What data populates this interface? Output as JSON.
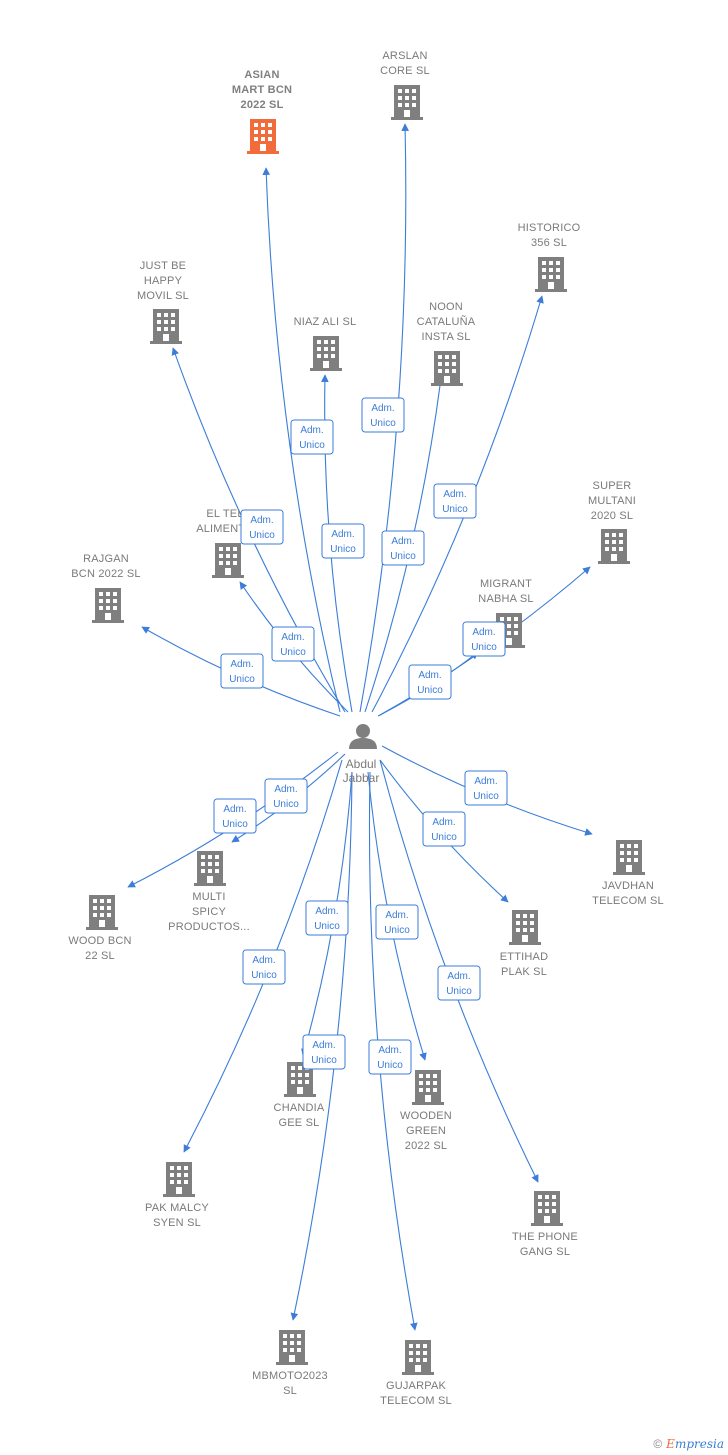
{
  "person": {
    "label_lines": [
      "Abdul",
      "Jabbar"
    ]
  },
  "edge_label": [
    "Adm.",
    "Unico"
  ],
  "colors": {
    "edge": "#3b7dd8",
    "building": "#7f7f7f",
    "highlight": "#f26b3a"
  },
  "companies": [
    {
      "id": "asian-mart",
      "lines": [
        "ASIAN",
        "MART BCN",
        "2022  SL"
      ],
      "highlight": true
    },
    {
      "id": "arslan",
      "lines": [
        "ARSLAN",
        "CORE  SL"
      ]
    },
    {
      "id": "historico",
      "lines": [
        "HISTORICO",
        "356  SL"
      ]
    },
    {
      "id": "just-be-happy",
      "lines": [
        "JUST BE",
        "HAPPY",
        "MOVIL  SL"
      ]
    },
    {
      "id": "niaz-ali",
      "lines": [
        "NIAZ ALI  SL"
      ]
    },
    {
      "id": "noon",
      "lines": [
        "NOON",
        "CATALUÑA",
        "INSTA  SL"
      ]
    },
    {
      "id": "el-tel",
      "lines": [
        "EL TEL",
        "ALIMENT..."
      ]
    },
    {
      "id": "super-multani",
      "lines": [
        "SUPER",
        "MULTANI",
        "2020  SL"
      ]
    },
    {
      "id": "rajgan",
      "lines": [
        "RAJGAN",
        "BCN 2022  SL"
      ]
    },
    {
      "id": "migrant",
      "lines": [
        "MIGRANT",
        "NABHA  SL"
      ]
    },
    {
      "id": "javdhan",
      "lines": [
        "JAVDHAN",
        "TELECOM SL"
      ]
    },
    {
      "id": "multi-spicy",
      "lines": [
        "MULTI",
        "SPICY",
        "PRODUCTOS..."
      ]
    },
    {
      "id": "wood-bcn",
      "lines": [
        "WOOD BCN",
        "22  SL"
      ]
    },
    {
      "id": "ettihad",
      "lines": [
        "ETTIHAD",
        "PLAK  SL"
      ]
    },
    {
      "id": "chandia",
      "lines": [
        "CHANDIA",
        "GEE  SL"
      ]
    },
    {
      "id": "wooden-green",
      "lines": [
        "WOODEN",
        "GREEN",
        "2022  SL"
      ]
    },
    {
      "id": "pak-malcy",
      "lines": [
        "PAK MALCY",
        "SYEN  SL"
      ]
    },
    {
      "id": "the-phone-gang",
      "lines": [
        "THE PHONE",
        "GANG  SL"
      ]
    },
    {
      "id": "mbmoto",
      "lines": [
        "MBMOTO2023",
        "SL"
      ]
    },
    {
      "id": "gujarpak",
      "lines": [
        "GUJARPAK",
        "TELECOM SL"
      ]
    }
  ],
  "footer": {
    "copyright": "©",
    "brand_first": "E",
    "brand_rest": "mpresia"
  }
}
